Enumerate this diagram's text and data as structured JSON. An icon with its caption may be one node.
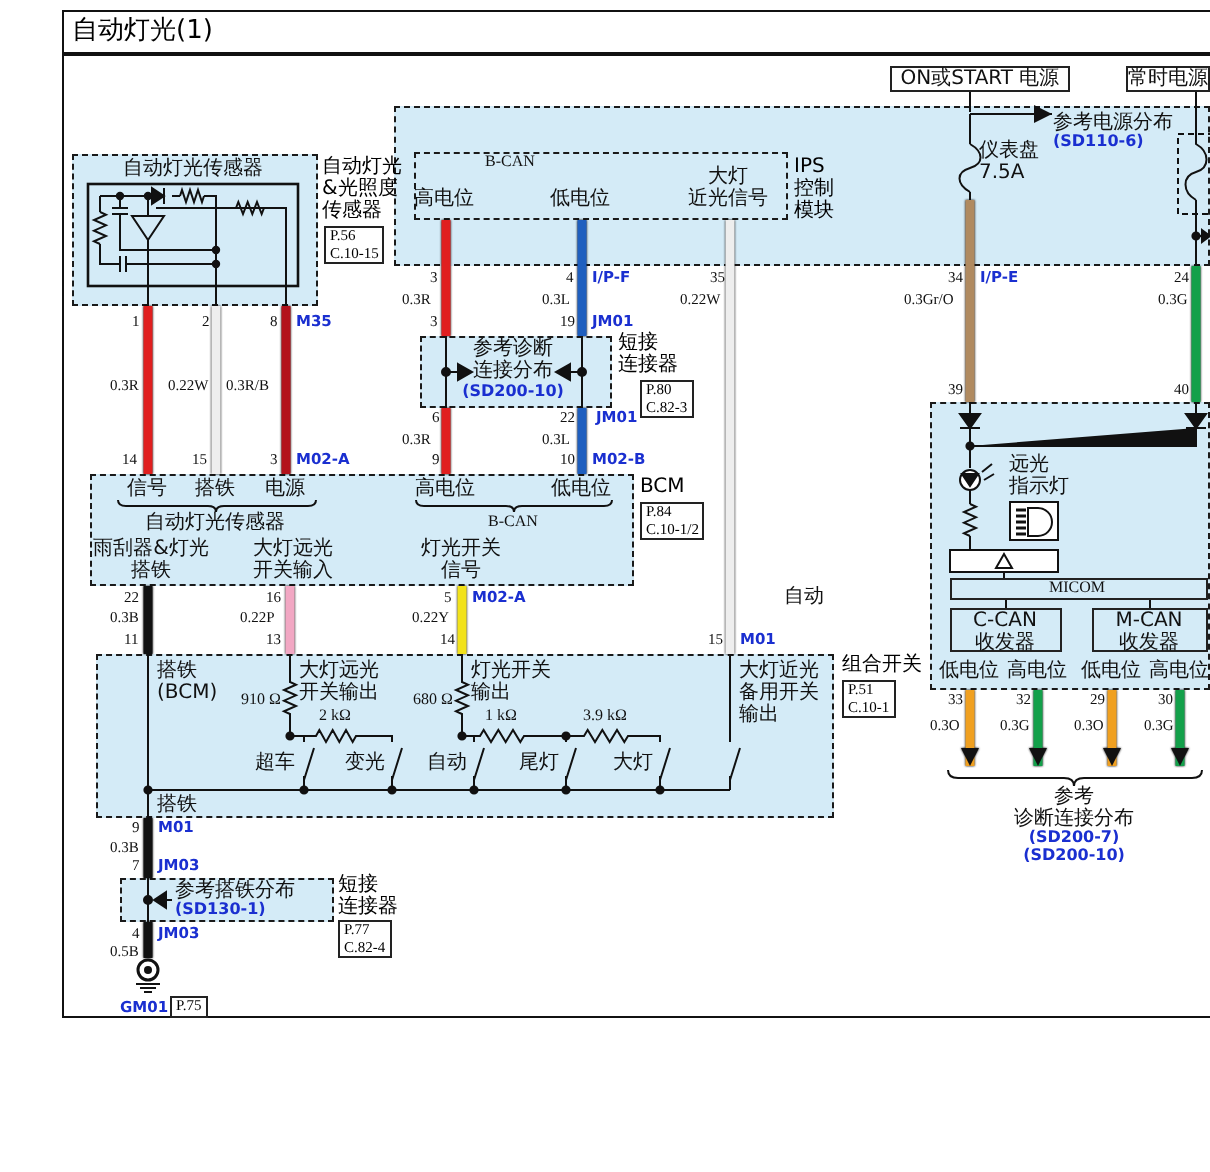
{
  "diagram": {
    "title": "自动灯光(1)",
    "nodes": [
      {
        "text": [],
        "shape": "box"
      },
      {
        "text": [
          "B-CAN",
          "高电位",
          "低电位",
          "大灯近光信号"
        ],
        "in": 0,
        "beside": [
          "IPS 控制模块"
        ]
      },
      {
        "text": [
          "ON或START 电源"
        ]
      },
      {
        "text": [
          "常时电源"
        ]
      },
      {
        "text": [
          "仪表盘 7.5A"
        ],
        "in": 0
      },
      {
        "text": [
          "参考电源分布",
          "(SD110-6)"
        ],
        "in": 0
      },
      {
        "text": [
          "自动灯光传感器"
        ],
        "beside": [
          "自动灯光&光照度传感器",
          "P.56 C.10-15"
        ]
      },
      {
        "text": [
          "参考诊断连接分布",
          "(SD200-10)"
        ],
        "beside": [
          "短接连接器",
          "P.80 C.82-3"
        ]
      },
      {
        "text": [
          "信号",
          "搭铁",
          "电源",
          "自动灯光传感器",
          "高电位",
          "低电位",
          "B-CAN",
          "雨刮器&灯光搭铁",
          "大灯远光开关输入",
          "灯光开关信号"
        ],
        "beside": [
          "BCM",
          "P.84 C.10-1/2"
        ]
      },
      {
        "text": [
          "搭铁 (BCM)",
          "910 Ω",
          "大灯远光开关输出",
          "2 kΩ",
          "680 Ω",
          "灯光开关输出",
          "1 kΩ",
          "3.9 kΩ",
          "大灯近光备用开关输出",
          "超车",
          "变光",
          "自动",
          "尾灯",
          "大灯",
          "搭铁"
        ],
        "beside": [
          "组合开关",
          "P.51 C.10-1"
        ]
      },
      {
        "text": [
          "参考搭铁分布",
          "(SD130-1)"
        ],
        "beside": [
          "短接连接器",
          "P.77 C.82-4"
        ]
      },
      {
        "text": [],
        "shape": "circle",
        "beside": [
          "GM01",
          "P.75"
        ]
      },
      {
        "text": [
          "远光指示灯",
          "低电位",
          "高电位",
          "低电位",
          "高电位"
        ]
      },
      {
        "text": [
          "参考诊断连接分布",
          "(SD200-7)",
          "(SD200-10)"
        ]
      },
      {
        "text": [
          "MICOM"
        ],
        "in": 12
      },
      {
        "text": [
          "C-CAN 收发器"
        ],
        "in": 12
      },
      {
        "text": [
          "M-CAN 收发器"
        ],
        "in": 12
      }
    ],
    "edges": [
      {
        "from": 6,
        "to": 8,
        "arrow": "none",
        "color": "#e01f1f"
      },
      {
        "from": 6,
        "to": 8,
        "arrow": "none",
        "color": "#eeeeee"
      },
      {
        "from": 6,
        "to": 8,
        "arrow": "none",
        "color": "#b3121b"
      },
      {
        "from": 1,
        "to": 7,
        "arrow": "none",
        "color": "#e01f1f"
      },
      {
        "from": 1,
        "to": 7,
        "arrow": "none",
        "color": "#1f5fbf"
      },
      {
        "from": 7,
        "to": 8,
        "arrow": "none",
        "color": "#e01f1f"
      },
      {
        "from": 7,
        "to": 8,
        "arrow": "none",
        "color": "#1f5fbf"
      },
      {
        "from": 1,
        "to": 9,
        "arrow": "none",
        "color": "#eeeeee"
      },
      {
        "from": 8,
        "to": 9,
        "arrow": "none",
        "color": "#111111"
      },
      {
        "from": 8,
        "to": 9,
        "arrow": "none",
        "color": "#f2a7c3"
      },
      {
        "from": 8,
        "to": 9,
        "arrow": "none",
        "color": "#f2e21b"
      },
      {
        "from": 9,
        "to": 10,
        "arrow": "none",
        "color": "#111111"
      },
      {
        "from": 10,
        "to": 11,
        "arrow": "none",
        "color": "#111111"
      },
      {
        "from": 4,
        "to": 12,
        "arrow": "none",
        "color": "#b08a60"
      },
      {
        "from": 0,
        "to": 12,
        "arrow": "none",
        "color": "#13a04a"
      },
      {
        "from": 12,
        "to": 13,
        "arrow": "to",
        "color": "#f0a020"
      },
      {
        "from": 12,
        "to": 13,
        "arrow": "to",
        "color": "#13a04a"
      },
      {
        "from": 12,
        "to": 13,
        "arrow": "to",
        "color": "#f0a020"
      },
      {
        "from": 12,
        "to": 13,
        "arrow": "to",
        "color": "#13a04a"
      },
      {
        "from": 2,
        "to": 4,
        "arrow": "none"
      },
      {
        "from": 3,
        "to": 0,
        "arrow": "none"
      },
      {
        "from": 4,
        "to": 5,
        "arrow": "to"
      }
    ],
    "labels": [
      "3",
      "4",
      "I/P-F",
      "35",
      "34",
      "I/P-E",
      "24",
      "0.3R",
      "0.3L",
      "0.22W",
      "0.3Gr/O",
      "0.3G",
      "1",
      "2",
      "8",
      "M35",
      "3",
      "19",
      "JM01",
      "0.3R",
      "0.22W",
      "0.3R/B",
      "39",
      "40",
      "6",
      "22",
      "JM01",
      "0.3R",
      "0.3L",
      "14",
      "15",
      "3",
      "M02-A",
      "9",
      "10",
      "M02-B",
      "22",
      "16",
      "5",
      "M02-A",
      "自动",
      "0.3B",
      "0.22P",
      "0.22Y",
      "11",
      "13",
      "14",
      "15",
      "M01",
      "33",
      "32",
      "29",
      "30",
      "0.3O",
      "0.3G",
      "0.3O",
      "0.3G",
      "9",
      "M01",
      "0.3B",
      "7",
      "JM03",
      "4",
      "JM03",
      "0.5B"
    ]
  }
}
